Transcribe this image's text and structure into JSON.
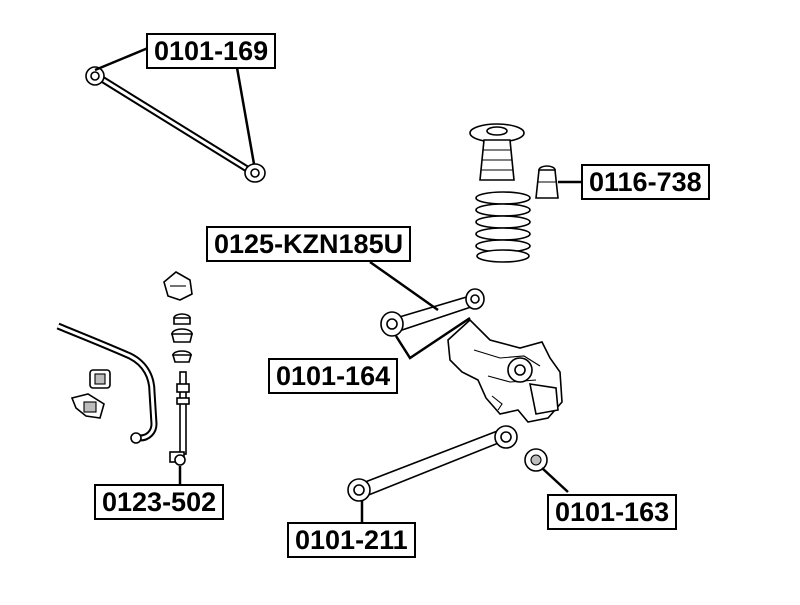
{
  "labels": [
    {
      "id": "upper-left-arm",
      "text": "0101-169"
    },
    {
      "id": "bump-stop",
      "text": "0116-738"
    },
    {
      "id": "upper-arm-kit",
      "text": "0125-KZN185U"
    },
    {
      "id": "upper-arm-bushing",
      "text": "0101-164"
    },
    {
      "id": "stabilizer-link",
      "text": "0123-502"
    },
    {
      "id": "lower-arm",
      "text": "0101-211"
    },
    {
      "id": "lower-arm-bushing",
      "text": "0101-163"
    }
  ],
  "colors": {
    "line": "#000000",
    "background": "#ffffff",
    "shade": "#bdbdbd"
  }
}
